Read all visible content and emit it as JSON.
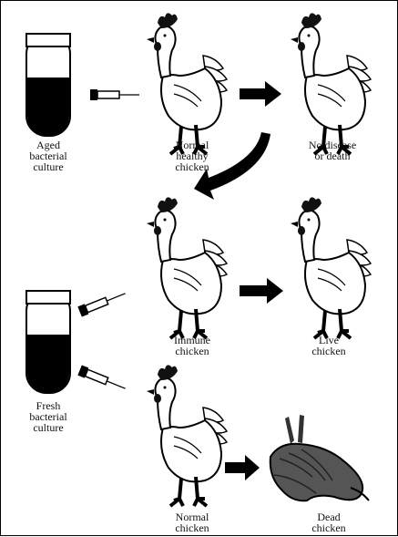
{
  "labels": {
    "aged_culture": "Aged\nbacterial\nculture",
    "normal_healthy": "Normal\nhealthy\nchicken",
    "no_disease": "No disease\nor death",
    "immune": "Immune\nchicken",
    "live": "Live\nchicken",
    "fresh_culture": "Fresh\nbacterial\nculture",
    "normal": "Normal\nchicken",
    "dead": "Dead\nchicken"
  }
}
